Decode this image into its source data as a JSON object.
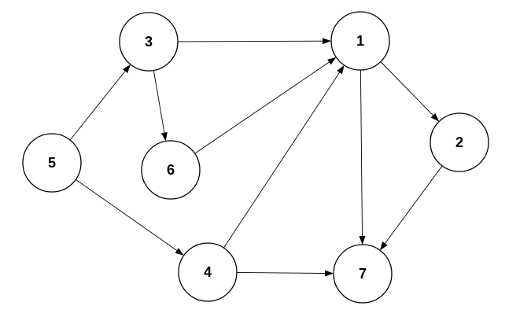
{
  "diagram": {
    "type": "directed-graph",
    "nodes": [
      {
        "id": "1",
        "label": "1"
      },
      {
        "id": "2",
        "label": "2"
      },
      {
        "id": "3",
        "label": "3"
      },
      {
        "id": "4",
        "label": "4"
      },
      {
        "id": "5",
        "label": "5"
      },
      {
        "id": "6",
        "label": "6"
      },
      {
        "id": "7",
        "label": "7"
      }
    ],
    "edges": [
      {
        "from": "3",
        "to": "1"
      },
      {
        "from": "5",
        "to": "3"
      },
      {
        "from": "3",
        "to": "6"
      },
      {
        "from": "6",
        "to": "1"
      },
      {
        "from": "4",
        "to": "1"
      },
      {
        "from": "1",
        "to": "2"
      },
      {
        "from": "1",
        "to": "7"
      },
      {
        "from": "2",
        "to": "7"
      },
      {
        "from": "5",
        "to": "4"
      },
      {
        "from": "4",
        "to": "7"
      }
    ],
    "colors": {
      "stroke": "#000000",
      "node_fill": "#ffffff",
      "background": "#ffffff"
    }
  }
}
